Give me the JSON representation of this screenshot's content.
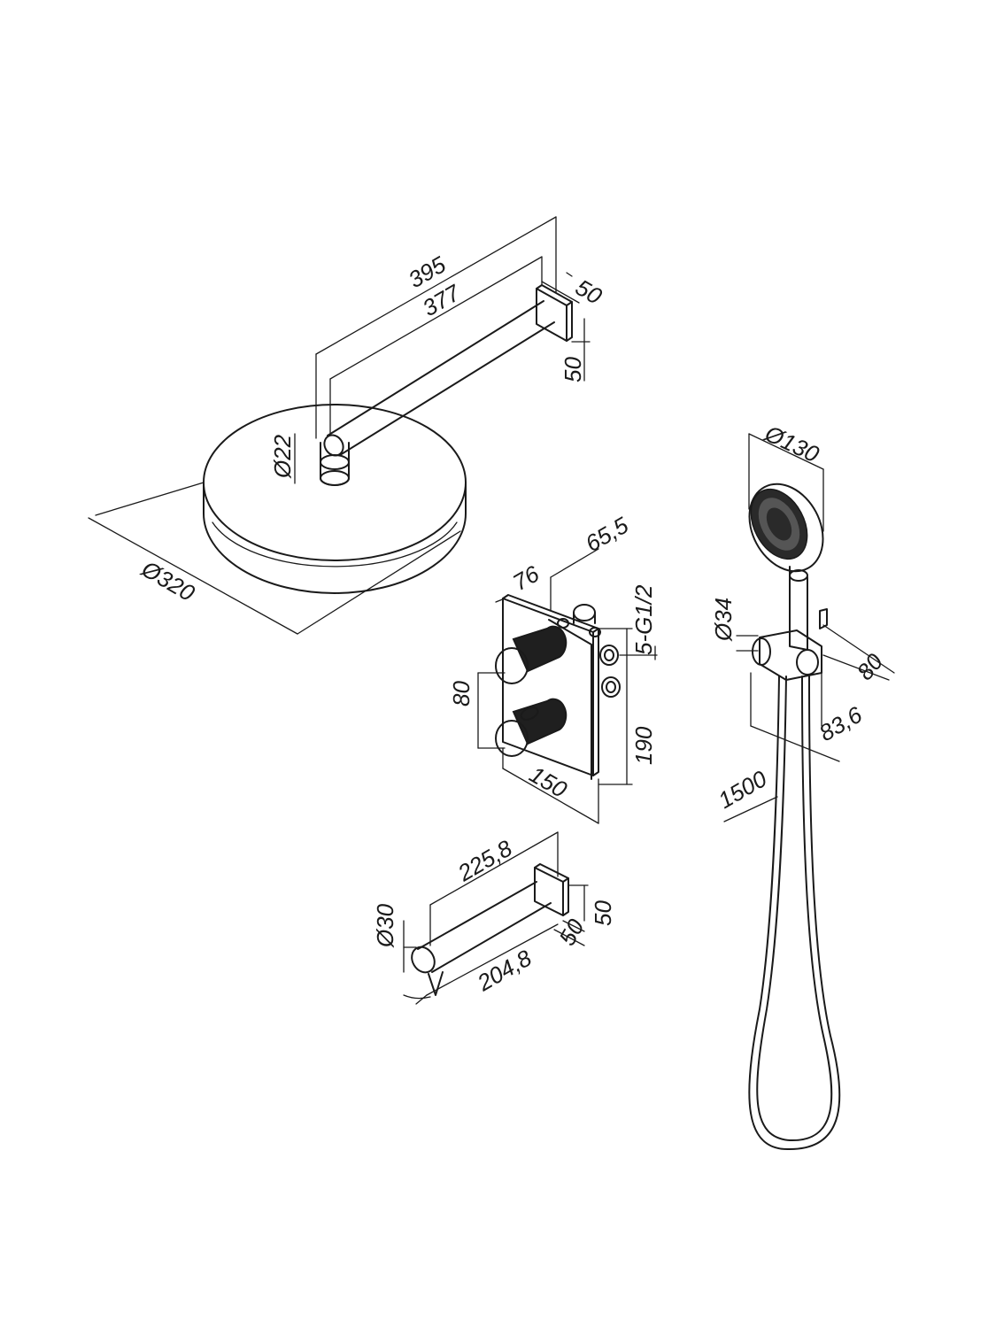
{
  "components": {
    "rain_shower": {
      "dims": {
        "arm_total": "395",
        "arm_length": "377",
        "flange_width": "50",
        "flange_height": "50",
        "arm_diameter": "Ø22",
        "head_diameter": "Ø320"
      }
    },
    "mixer": {
      "dims": {
        "depth_plate": "76",
        "depth_body": "65,5",
        "connections": "5-G1/2",
        "knob_spacing": "80",
        "height": "190",
        "width": "150"
      }
    },
    "spout": {
      "dims": {
        "length_total": "225,8",
        "length_projection": "204,8",
        "diameter": "Ø30",
        "flange_height": "50",
        "flange_width": "50"
      }
    },
    "hand_shower": {
      "dims": {
        "head_diameter": "Ø130",
        "holder_diameter": "Ø34",
        "holder_width": "80",
        "holder_depth": "83,6",
        "hose_length": "1500"
      }
    }
  },
  "colors": {
    "line": "#1a1a1a",
    "background": "#ffffff",
    "knurl": "#1f1f1f"
  }
}
